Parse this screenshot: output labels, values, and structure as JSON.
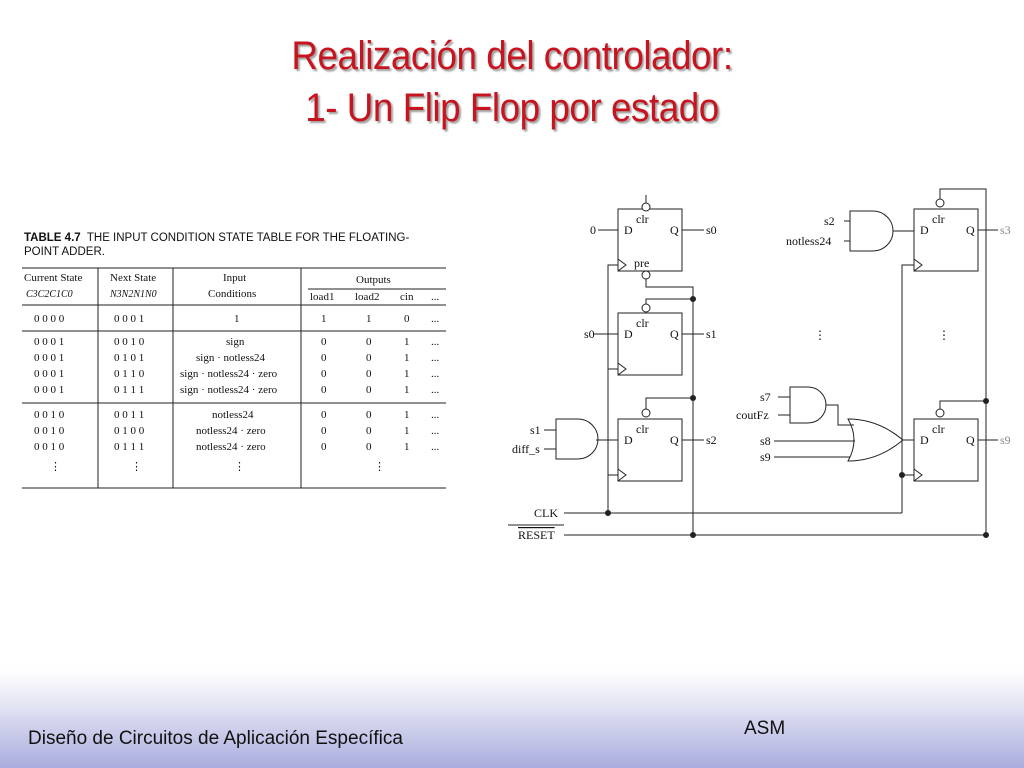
{
  "slide": {
    "title_line1": "Realización del controlador:",
    "title_line2": "1- Un Flip Flop por estado",
    "footer_left": "Diseño de Circuitos de Aplicación Específica",
    "footer_right": "ASM"
  },
  "table": {
    "label": "TABLE 4.7",
    "caption": "THE INPUT CONDITION STATE TABLE FOR THE FLOATING-POINT ADDER.",
    "headers": {
      "current_state": "Current State",
      "current_state_vars": "C3C2C1C0",
      "next_state": "Next State",
      "next_state_vars": "N3N2N1N0",
      "input": "Input",
      "conditions": "Conditions",
      "outputs": "Outputs",
      "load1": "load1",
      "load2": "load2",
      "cin": "cin",
      "more": "..."
    },
    "rows": [
      {
        "cs": "0 0 0 0",
        "ns": "0 0 0 1",
        "cond": "1",
        "load1": "1",
        "load2": "1",
        "cin": "0",
        "more": "..."
      },
      {
        "cs": "0 0 0 1",
        "ns": "0 0 1 0",
        "cond": "sign",
        "load1": "0",
        "load2": "0",
        "cin": "1",
        "more": "..."
      },
      {
        "cs": "0 0 0 1",
        "ns": "0 1 0 1",
        "cond": "sign · notless24",
        "load1": "0",
        "load2": "0",
        "cin": "1",
        "more": "..."
      },
      {
        "cs": "0 0 0 1",
        "ns": "0 1 1 0",
        "cond": "sign · notless24 · zero",
        "load1": "0",
        "load2": "0",
        "cin": "1",
        "more": "..."
      },
      {
        "cs": "0 0 0 1",
        "ns": "0 1 1 1",
        "cond": "sign · notless24 · zero",
        "load1": "0",
        "load2": "0",
        "cin": "1",
        "more": "..."
      },
      {
        "cs": "0 0 1 0",
        "ns": "0 0 1 1",
        "cond": "notless24",
        "load1": "0",
        "load2": "0",
        "cin": "1",
        "more": "..."
      },
      {
        "cs": "0 0 1 0",
        "ns": "0 1 0 0",
        "cond": "notless24 · zero",
        "load1": "0",
        "load2": "0",
        "cin": "1",
        "more": "..."
      },
      {
        "cs": "0 0 1 0",
        "ns": "0 1 1 1",
        "cond": "notless24 · zero",
        "load1": "0",
        "load2": "0",
        "cin": "1",
        "more": "..."
      },
      {
        "cs": "⋮",
        "ns": "⋮",
        "cond": "⋮",
        "load1": "",
        "load2": "",
        "cin": "⋮",
        "more": ""
      }
    ]
  },
  "schematic": {
    "ff_labels": {
      "clr": "clr",
      "d": "D",
      "q": "Q",
      "pre": "pre"
    },
    "inputs": {
      "zero": "0",
      "s0": "s0",
      "s1": "s1",
      "diff_s": "diff_s",
      "s2": "s2",
      "notless24": "notless24",
      "s7": "s7",
      "coutFz": "coutFz",
      "s8": "s8",
      "s9": "s9"
    },
    "outputs": {
      "o_s0": "s0",
      "o_s1": "s1",
      "o_s2": "s2",
      "o_s3": "s3",
      "o_s9": "s9"
    },
    "clk": "CLK",
    "reset": "RESET",
    "ellipsis": "⋮"
  }
}
